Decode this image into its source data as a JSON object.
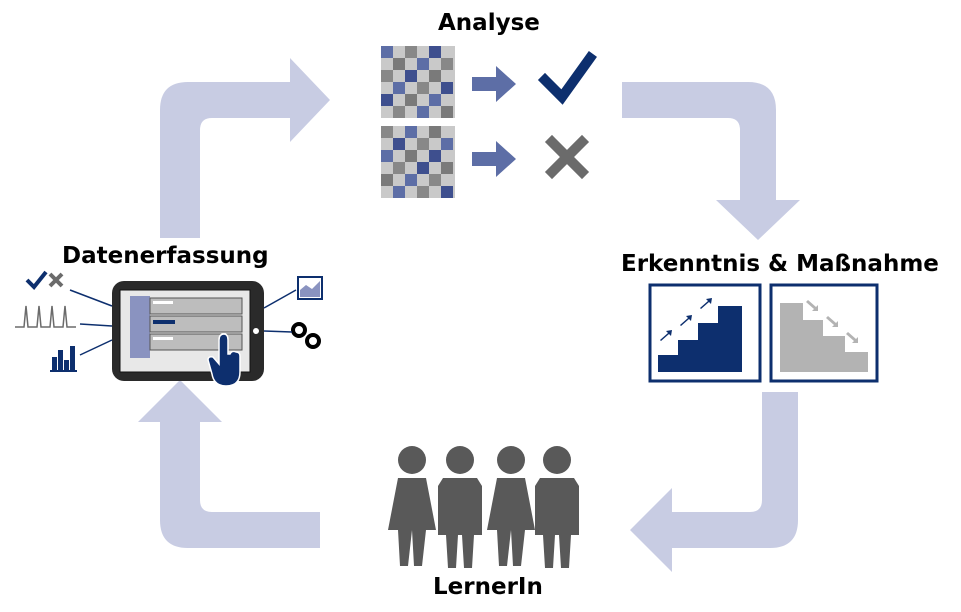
{
  "labels": {
    "analyse": "Analyse",
    "datenerfassung": "Datenerfassung",
    "erkenntnis": "Erkenntnis & Maßnahme",
    "lerner": "LernerIn"
  },
  "colors": {
    "cycle_arrow": "#c8cce3",
    "dark_blue": "#0d2f6e",
    "mid_blue": "#5d6ea6",
    "grey": "#8a8a8a",
    "light_grey": "#b3b3b3",
    "person_grey": "#595959"
  },
  "icons": [
    "check-icon",
    "cross-icon",
    "rising-stairs-icon",
    "falling-stairs-icon",
    "tablet-icon",
    "people-group-icon",
    "signal-wave-icon",
    "bar-chart-icon",
    "area-chart-icon",
    "location-pins-icon"
  ]
}
